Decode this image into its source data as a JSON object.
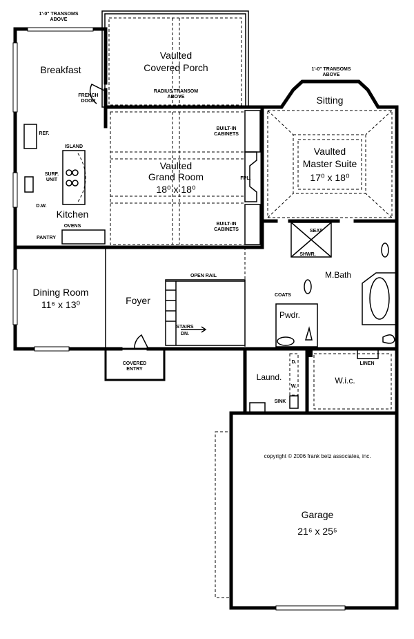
{
  "plan": {
    "transoms_left": [
      "1'-0\" TRANSOMS",
      "ABOVE"
    ],
    "transoms_right": [
      "1'-0\" TRANSOMS",
      "ABOVE"
    ],
    "breakfast": "Breakfast",
    "french_door": [
      "FRENCH",
      "DOOR"
    ],
    "porch": [
      "Vaulted",
      "Covered Porch"
    ],
    "radius_transom": [
      "RADIUS TRANSOM",
      "ABOVE"
    ],
    "built_in_top": [
      "BUILT-IN",
      "CABINETS"
    ],
    "built_in_bottom": [
      "BUILT-IN",
      "CABINETS"
    ],
    "grand_room": [
      "Vaulted",
      "Grand Room",
      "18⁰ x 18⁰"
    ],
    "fpl": "FPL.",
    "ref": "REF.",
    "island": "ISLAND",
    "surf_unit": [
      "SURF.",
      "UNIT"
    ],
    "dw": "D.W.",
    "kitchen": "Kitchen",
    "ovens": "OVENS",
    "pantry": "PANTRY",
    "open_rail": "OPEN RAIL",
    "dining": [
      "Dining Room",
      "11⁶ x 13⁰"
    ],
    "foyer": "Foyer",
    "stairs": [
      "STAIRS",
      "DN."
    ],
    "covered_entry": [
      "COVERED",
      "ENTRY"
    ],
    "sitting": "Sitting",
    "master": [
      "Vaulted",
      "Master Suite",
      "17⁰ x 18⁰"
    ],
    "seat": "SEAT",
    "shwr": "SHWR.",
    "mbath": "M.Bath",
    "coats": "COATS",
    "pwdr": "Pwdr.",
    "laund": "Laund.",
    "dryer": "D.",
    "washer": "W.",
    "sink": "SINK",
    "linen": "LINEN",
    "wic": "W.i.c.",
    "copyright": "copyright © 2006 frank betz associates, inc.",
    "garage": [
      "Garage",
      "21⁶ x 25⁵"
    ]
  }
}
